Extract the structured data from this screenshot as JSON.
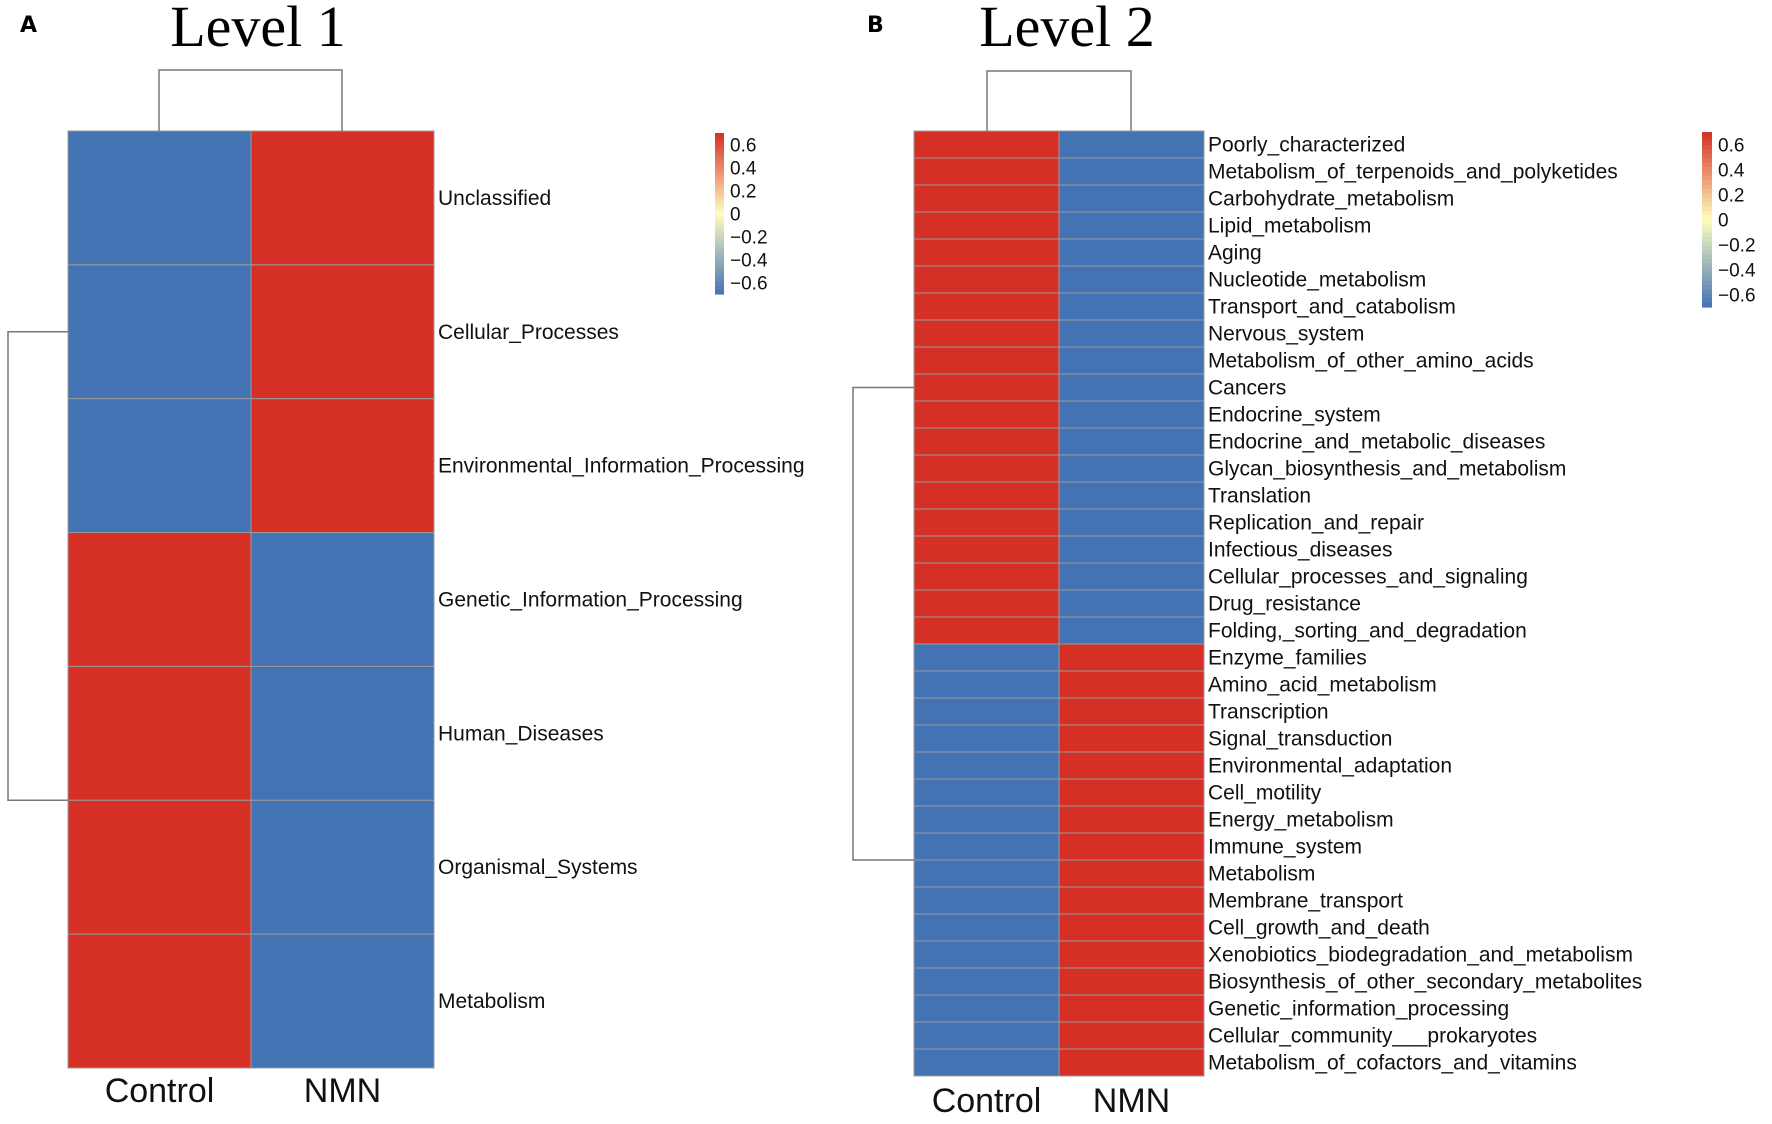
{
  "chart_data": [
    {
      "type": "heatmap",
      "panel_label": "A",
      "title": "Level 1",
      "columns": [
        "Control",
        "NMN"
      ],
      "rows": [
        "Unclassified",
        "Cellular_Processes",
        "Environmental_Information_Processing",
        "Genetic_Information_Processing",
        "Human_Diseases",
        "Organismal_Systems",
        "Metabolism"
      ],
      "values": [
        [
          -0.7,
          0.7
        ],
        [
          -0.7,
          0.7
        ],
        [
          -0.7,
          0.7
        ],
        [
          0.7,
          -0.7
        ],
        [
          0.7,
          -0.7
        ],
        [
          0.7,
          -0.7
        ],
        [
          0.7,
          -0.7
        ]
      ],
      "row_clusters": [
        3,
        4
      ],
      "colorbar": {
        "ticks": [
          "0.6",
          "0.4",
          "0.2",
          "0",
          "−0.2",
          "−0.4",
          "−0.6"
        ],
        "range": [
          -0.7,
          0.7
        ]
      }
    },
    {
      "type": "heatmap",
      "panel_label": "B",
      "title": "Level 2",
      "columns": [
        "Control",
        "NMN"
      ],
      "rows": [
        "Poorly_characterized",
        "Metabolism_of_terpenoids_and_polyketides",
        "Carbohydrate_metabolism",
        "Lipid_metabolism",
        "Aging",
        "Nucleotide_metabolism",
        "Transport_and_catabolism",
        "Nervous_system",
        "Metabolism_of_other_amino_acids",
        "Cancers",
        "Endocrine_system",
        "Endocrine_and_metabolic_diseases",
        "Glycan_biosynthesis_and_metabolism",
        "Translation",
        "Replication_and_repair",
        "Infectious_diseases",
        "Cellular_processes_and_signaling",
        "Drug_resistance",
        "Folding,_sorting_and_degradation",
        "Enzyme_families",
        "Amino_acid_metabolism",
        "Transcription",
        "Signal_transduction",
        "Environmental_adaptation",
        "Cell_motility",
        "Energy_metabolism",
        "Immune_system",
        "Metabolism",
        "Membrane_transport",
        "Cell_growth_and_death",
        "Xenobiotics_biodegradation_and_metabolism",
        "Biosynthesis_of_other_secondary_metabolites",
        "Genetic_information_processing",
        "Cellular_community___prokaryotes",
        "Metabolism_of_cofactors_and_vitamins"
      ],
      "values": [
        [
          0.7,
          -0.7
        ],
        [
          0.7,
          -0.7
        ],
        [
          0.7,
          -0.7
        ],
        [
          0.7,
          -0.7
        ],
        [
          0.7,
          -0.7
        ],
        [
          0.7,
          -0.7
        ],
        [
          0.7,
          -0.7
        ],
        [
          0.7,
          -0.7
        ],
        [
          0.7,
          -0.7
        ],
        [
          0.7,
          -0.7
        ],
        [
          0.7,
          -0.7
        ],
        [
          0.7,
          -0.7
        ],
        [
          0.7,
          -0.7
        ],
        [
          0.7,
          -0.7
        ],
        [
          0.7,
          -0.7
        ],
        [
          0.7,
          -0.7
        ],
        [
          0.7,
          -0.7
        ],
        [
          0.7,
          -0.7
        ],
        [
          0.7,
          -0.7
        ],
        [
          -0.7,
          0.7
        ],
        [
          -0.7,
          0.7
        ],
        [
          -0.7,
          0.7
        ],
        [
          -0.7,
          0.7
        ],
        [
          -0.7,
          0.7
        ],
        [
          -0.7,
          0.7
        ],
        [
          -0.7,
          0.7
        ],
        [
          -0.7,
          0.7
        ],
        [
          -0.7,
          0.7
        ],
        [
          -0.7,
          0.7
        ],
        [
          -0.7,
          0.7
        ],
        [
          -0.7,
          0.7
        ],
        [
          -0.7,
          0.7
        ],
        [
          -0.7,
          0.7
        ],
        [
          -0.7,
          0.7
        ],
        [
          -0.7,
          0.7
        ]
      ],
      "row_clusters": [
        19,
        16
      ],
      "colorbar": {
        "ticks": [
          "0.6",
          "0.4",
          "0.2",
          "0",
          "−0.2",
          "−0.4",
          "−0.6"
        ],
        "range": [
          -0.7,
          0.7
        ]
      }
    }
  ],
  "colors": {
    "high": "#d62f26",
    "mid": "#fefebd",
    "low": "#4473b4",
    "grid": "#9a9a9a",
    "dendrogram": "#777777"
  }
}
